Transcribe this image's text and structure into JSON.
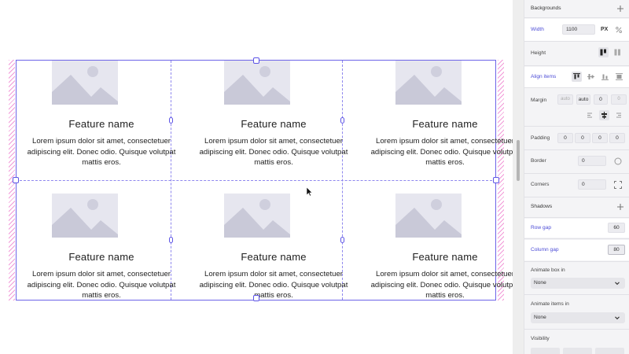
{
  "features": [
    {
      "title": "Feature name",
      "description": "Lorem ipsum dolor sit amet, consectetuer adipiscing elit. Donec odio. Quisque volutpat mattis eros."
    },
    {
      "title": "Feature name",
      "description": "Lorem ipsum dolor sit amet, consectetuer adipiscing elit. Donec odio. Quisque volutpat mattis eros."
    },
    {
      "title": "Feature name",
      "description": "Lorem ipsum dolor sit amet, consectetuer adipiscing elit. Donec odio. Quisque volutpat mattis eros."
    },
    {
      "title": "Feature name",
      "description": "Lorem ipsum dolor sit amet, consectetuer adipiscing elit. Donec odio. Quisque volutpat mattis eros."
    },
    {
      "title": "Feature name",
      "description": "Lorem ipsum dolor sit amet, consectetuer adipiscing elit. Donec odio. Quisque volutpat mattis eros."
    },
    {
      "title": "Feature name",
      "description": "Lorem ipsum dolor sit amet, consectetuer adipiscing elit. Donec odio. Quisque volutpat mattis eros."
    }
  ],
  "panel": {
    "backgrounds": {
      "label": "Backgrounds",
      "icon": "plus-icon"
    },
    "width": {
      "label": "Width",
      "value": "1100",
      "unit": "PX",
      "unit_icon": "percent-icon"
    },
    "height": {
      "label": "Height",
      "icons": [
        "fit-content-icon",
        "fill-height-icon"
      ]
    },
    "align_items": {
      "label": "Align items",
      "icons": [
        "align-top-icon",
        "align-center-icon",
        "align-bottom-icon",
        "stretch-icon"
      ]
    },
    "margin": {
      "label": "Margin",
      "top": "auto",
      "right": "0",
      "bottom": "0",
      "left": "auto",
      "icons": [
        "align-left-icon",
        "align-center-icon",
        "align-right-icon"
      ]
    },
    "padding": {
      "label": "Padding",
      "top": "0",
      "right": "0",
      "bottom": "0",
      "left": "0"
    },
    "border": {
      "label": "Border",
      "value": "0",
      "icon": "border-circle-icon"
    },
    "corners": {
      "label": "Corners",
      "value": "0",
      "icon": "corners-icon"
    },
    "shadows": {
      "label": "Shadows",
      "icon": "plus-icon"
    },
    "row_gap": {
      "label": "Row gap",
      "value": "60"
    },
    "column_gap": {
      "label": "Column gap",
      "value": "80"
    },
    "animate_box_in": {
      "label": "Animate box in",
      "value": "None"
    },
    "animate_items_in": {
      "label": "Animate items in",
      "value": "None"
    },
    "visibility": {
      "label": "Visibility"
    }
  },
  "colors": {
    "accent": "#4b4bd6",
    "selection": "#6c63e8",
    "hatch": "#f29ad8"
  }
}
